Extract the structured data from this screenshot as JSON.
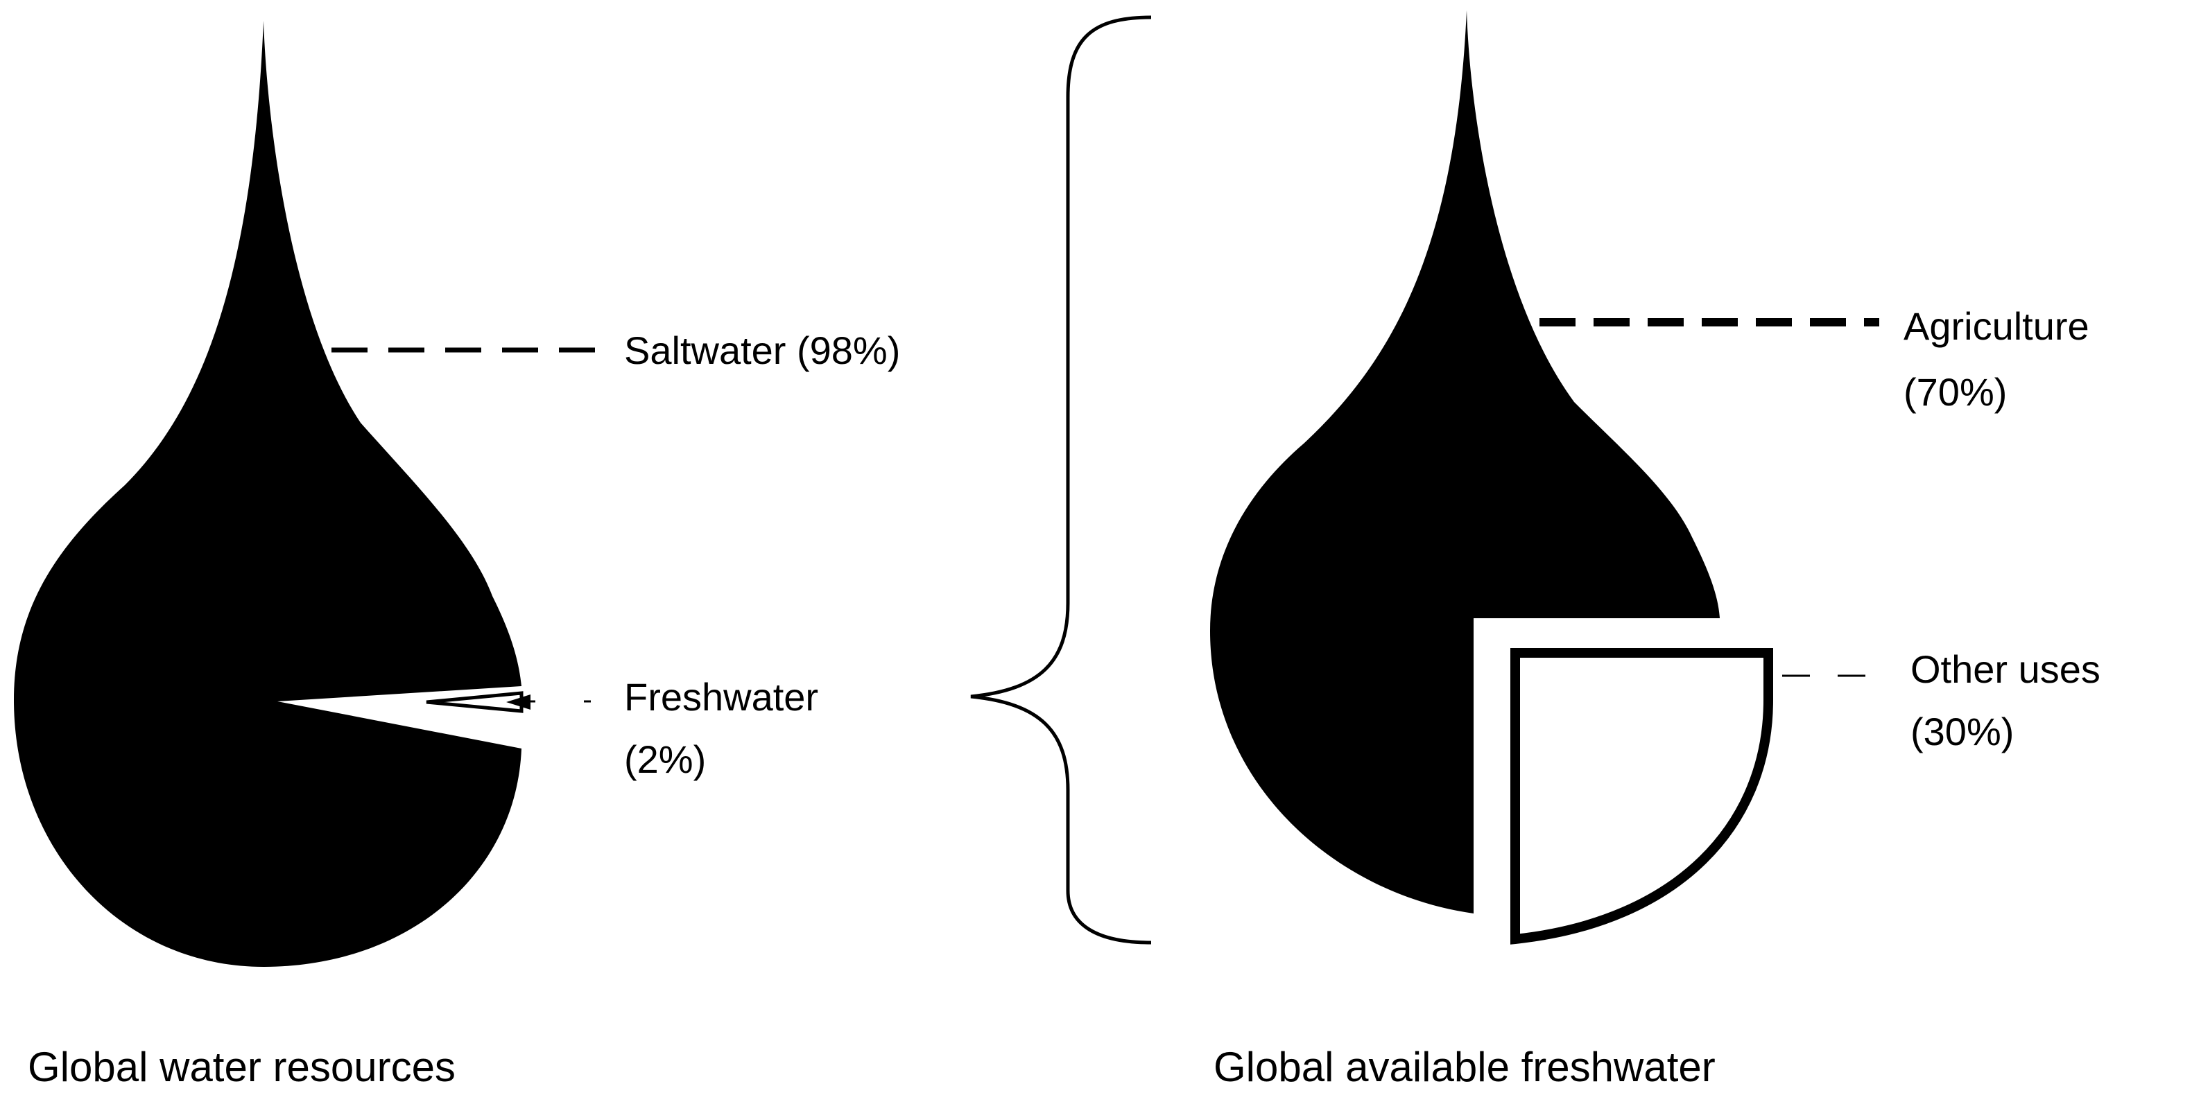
{
  "left_drop": {
    "caption": "Global water resources",
    "segments": [
      {
        "label": "Saltwater (98%)",
        "percent": 98
      },
      {
        "label_lines": [
          "Freshwater",
          "(2%)"
        ],
        "percent": 2
      }
    ]
  },
  "right_drop": {
    "caption": "Global available freshwater",
    "segments": [
      {
        "label_lines": [
          "Agriculture",
          "(70%)"
        ],
        "percent": 70
      },
      {
        "label_lines": [
          "Other uses",
          "(30%)"
        ],
        "percent": 30
      }
    ]
  },
  "colors": {
    "fill": "#000000",
    "background": "#ffffff"
  }
}
